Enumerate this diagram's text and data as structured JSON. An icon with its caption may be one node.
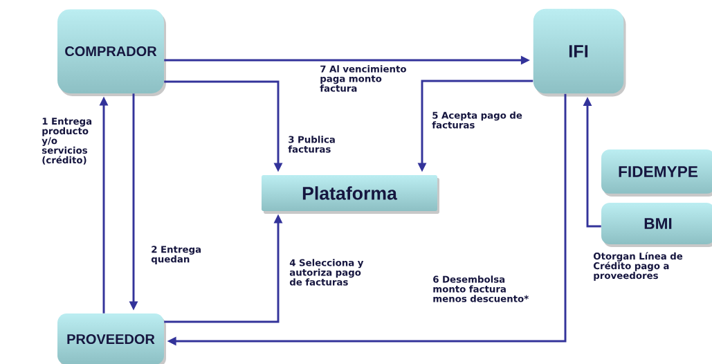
{
  "diagram": {
    "nodes": [
      {
        "text": [
          "COMPRADOR"
        ]
      },
      {
        "text": [
          "IFI"
        ]
      },
      {
        "text": [
          "Plataforma"
        ]
      },
      {
        "text": [
          "FIDEMYPE"
        ]
      },
      {
        "text": [
          "BMI"
        ],
        "beside": [
          "Otorgan Línea de Crédito pago a proveedores"
        ]
      },
      {
        "text": [
          "PROVEEDOR"
        ]
      }
    ],
    "edges": [
      {
        "from": 0,
        "to": 1,
        "arrow": "to",
        "label": "7 Al vencimiento paga monto factura"
      },
      {
        "from": 0,
        "to": 2,
        "arrow": "to",
        "label": "3 Publica facturas"
      },
      {
        "from": 1,
        "to": 2,
        "arrow": "to",
        "label": "5 Acepta pago de facturas"
      },
      {
        "from": 5,
        "to": 0,
        "arrow": "to",
        "label": "1 Entrega producto y/o servicios (crédito)"
      },
      {
        "from": 0,
        "to": 5,
        "arrow": "to",
        "label": "2 Entrega quedan"
      },
      {
        "from": 5,
        "to": 2,
        "arrow": "to",
        "label": "4 Selecciona y autoriza pago de facturas"
      },
      {
        "from": 1,
        "to": 5,
        "arrow": "to",
        "label": "6 Desembolsa monto factura menos descuento*"
      },
      {
        "from": 4,
        "to": 1,
        "arrow": "to"
      }
    ]
  }
}
